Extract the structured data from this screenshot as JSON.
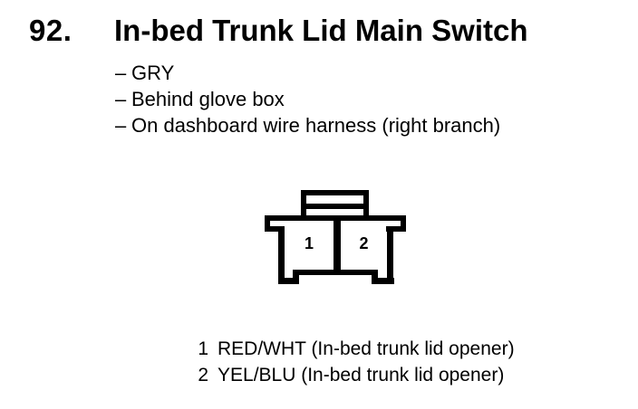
{
  "colors": {
    "ink": "#000000",
    "paper": "#ffffff"
  },
  "header": {
    "number": "92.",
    "title": "In-bed Trunk Lid Main Switch"
  },
  "details": [
    {
      "bullet": "–",
      "text": "GRY"
    },
    {
      "bullet": "–",
      "text": "Behind glove box"
    },
    {
      "bullet": "–",
      "text": "On dashboard wire harness (right branch)"
    }
  ],
  "connector": {
    "pins": [
      {
        "number": "1"
      },
      {
        "number": "2"
      }
    ]
  },
  "pin_list": [
    {
      "number": "1",
      "label": "RED/WHT (In-bed trunk lid opener)"
    },
    {
      "number": "2",
      "label": "YEL/BLU (In-bed trunk lid opener)"
    }
  ]
}
